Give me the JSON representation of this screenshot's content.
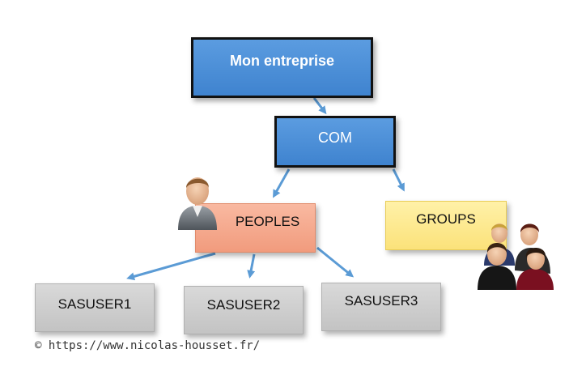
{
  "diagram": {
    "nodes": {
      "root": "Mon entreprise",
      "com": "COM",
      "peoples": "PEOPLES",
      "groups": "GROUPS",
      "users": [
        "SASUSER1",
        "SASUSER2",
        "SASUSER3"
      ]
    },
    "edges": [
      {
        "from": "Mon entreprise",
        "to": "COM"
      },
      {
        "from": "COM",
        "to": "PEOPLES"
      },
      {
        "from": "COM",
        "to": "GROUPS"
      },
      {
        "from": "PEOPLES",
        "to": "SASUSER1"
      },
      {
        "from": "PEOPLES",
        "to": "SASUSER2"
      },
      {
        "from": "PEOPLES",
        "to": "SASUSER3"
      }
    ],
    "colors": {
      "blue_node": "#4a8fd8",
      "peoples_node": "#f4a98c",
      "groups_node": "#fde98f",
      "user_node": "#cccccc",
      "arrow": "#5b9bd5"
    },
    "icons": [
      "person-icon",
      "group-icon"
    ]
  },
  "footer": {
    "copyright": "© https://www.nicolas-housset.fr/"
  }
}
